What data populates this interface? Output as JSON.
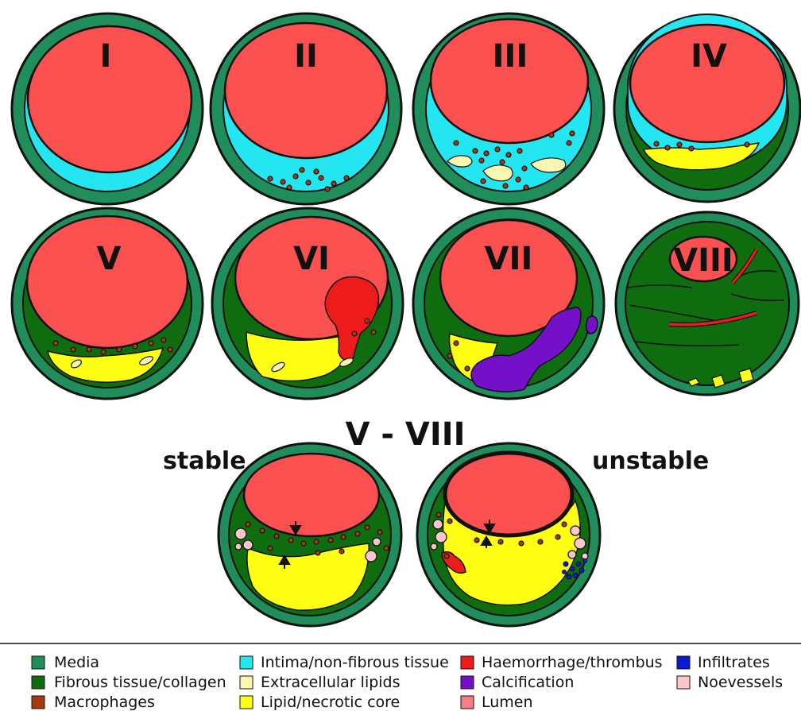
{
  "stages": [
    "I",
    "II",
    "III",
    "IV",
    "V",
    "VI",
    "VII",
    "VIII"
  ],
  "group_label": "V  - VIII",
  "stable_label": "stable",
  "unstable_label": "unstable",
  "legend": [
    {
      "label": "Media",
      "color": "#1f8e5a"
    },
    {
      "label": "Fibrous tissue/collagen",
      "color": "#0f6d0f"
    },
    {
      "label": "Macrophages",
      "color": "#a63b10"
    },
    {
      "label": "Intima/non-fibrous tissue",
      "color": "#23e6f0"
    },
    {
      "label": "Extracellular lipids",
      "color": "#fbf6b0"
    },
    {
      "label": "Lipid/necrotic core",
      "color": "#ffff14"
    },
    {
      "label": "Haemorrhage/thrombus",
      "color": "#ee1b1b"
    },
    {
      "label": "Calcification",
      "color": "#7410c8"
    },
    {
      "label": "Lumen",
      "color": "#f77d86"
    },
    {
      "label": "Infiltrates",
      "color": "#0a1bd0"
    },
    {
      "label": "Noevessels",
      "color": "#fbc6cc"
    }
  ],
  "colors": {
    "media": "#1f8e5a",
    "fibrous": "#0f6d0f",
    "intima": "#23e6f0",
    "lumen": "#fb5050",
    "lipid_core": "#ffff14",
    "extracellular_lipid": "#fbf6b0",
    "haemorrhage": "#ee1b1b",
    "calcification": "#7410c8",
    "infiltrate": "#0a1bd0",
    "neovessel": "#fbc6cc",
    "macrophage": "#a63b10"
  }
}
